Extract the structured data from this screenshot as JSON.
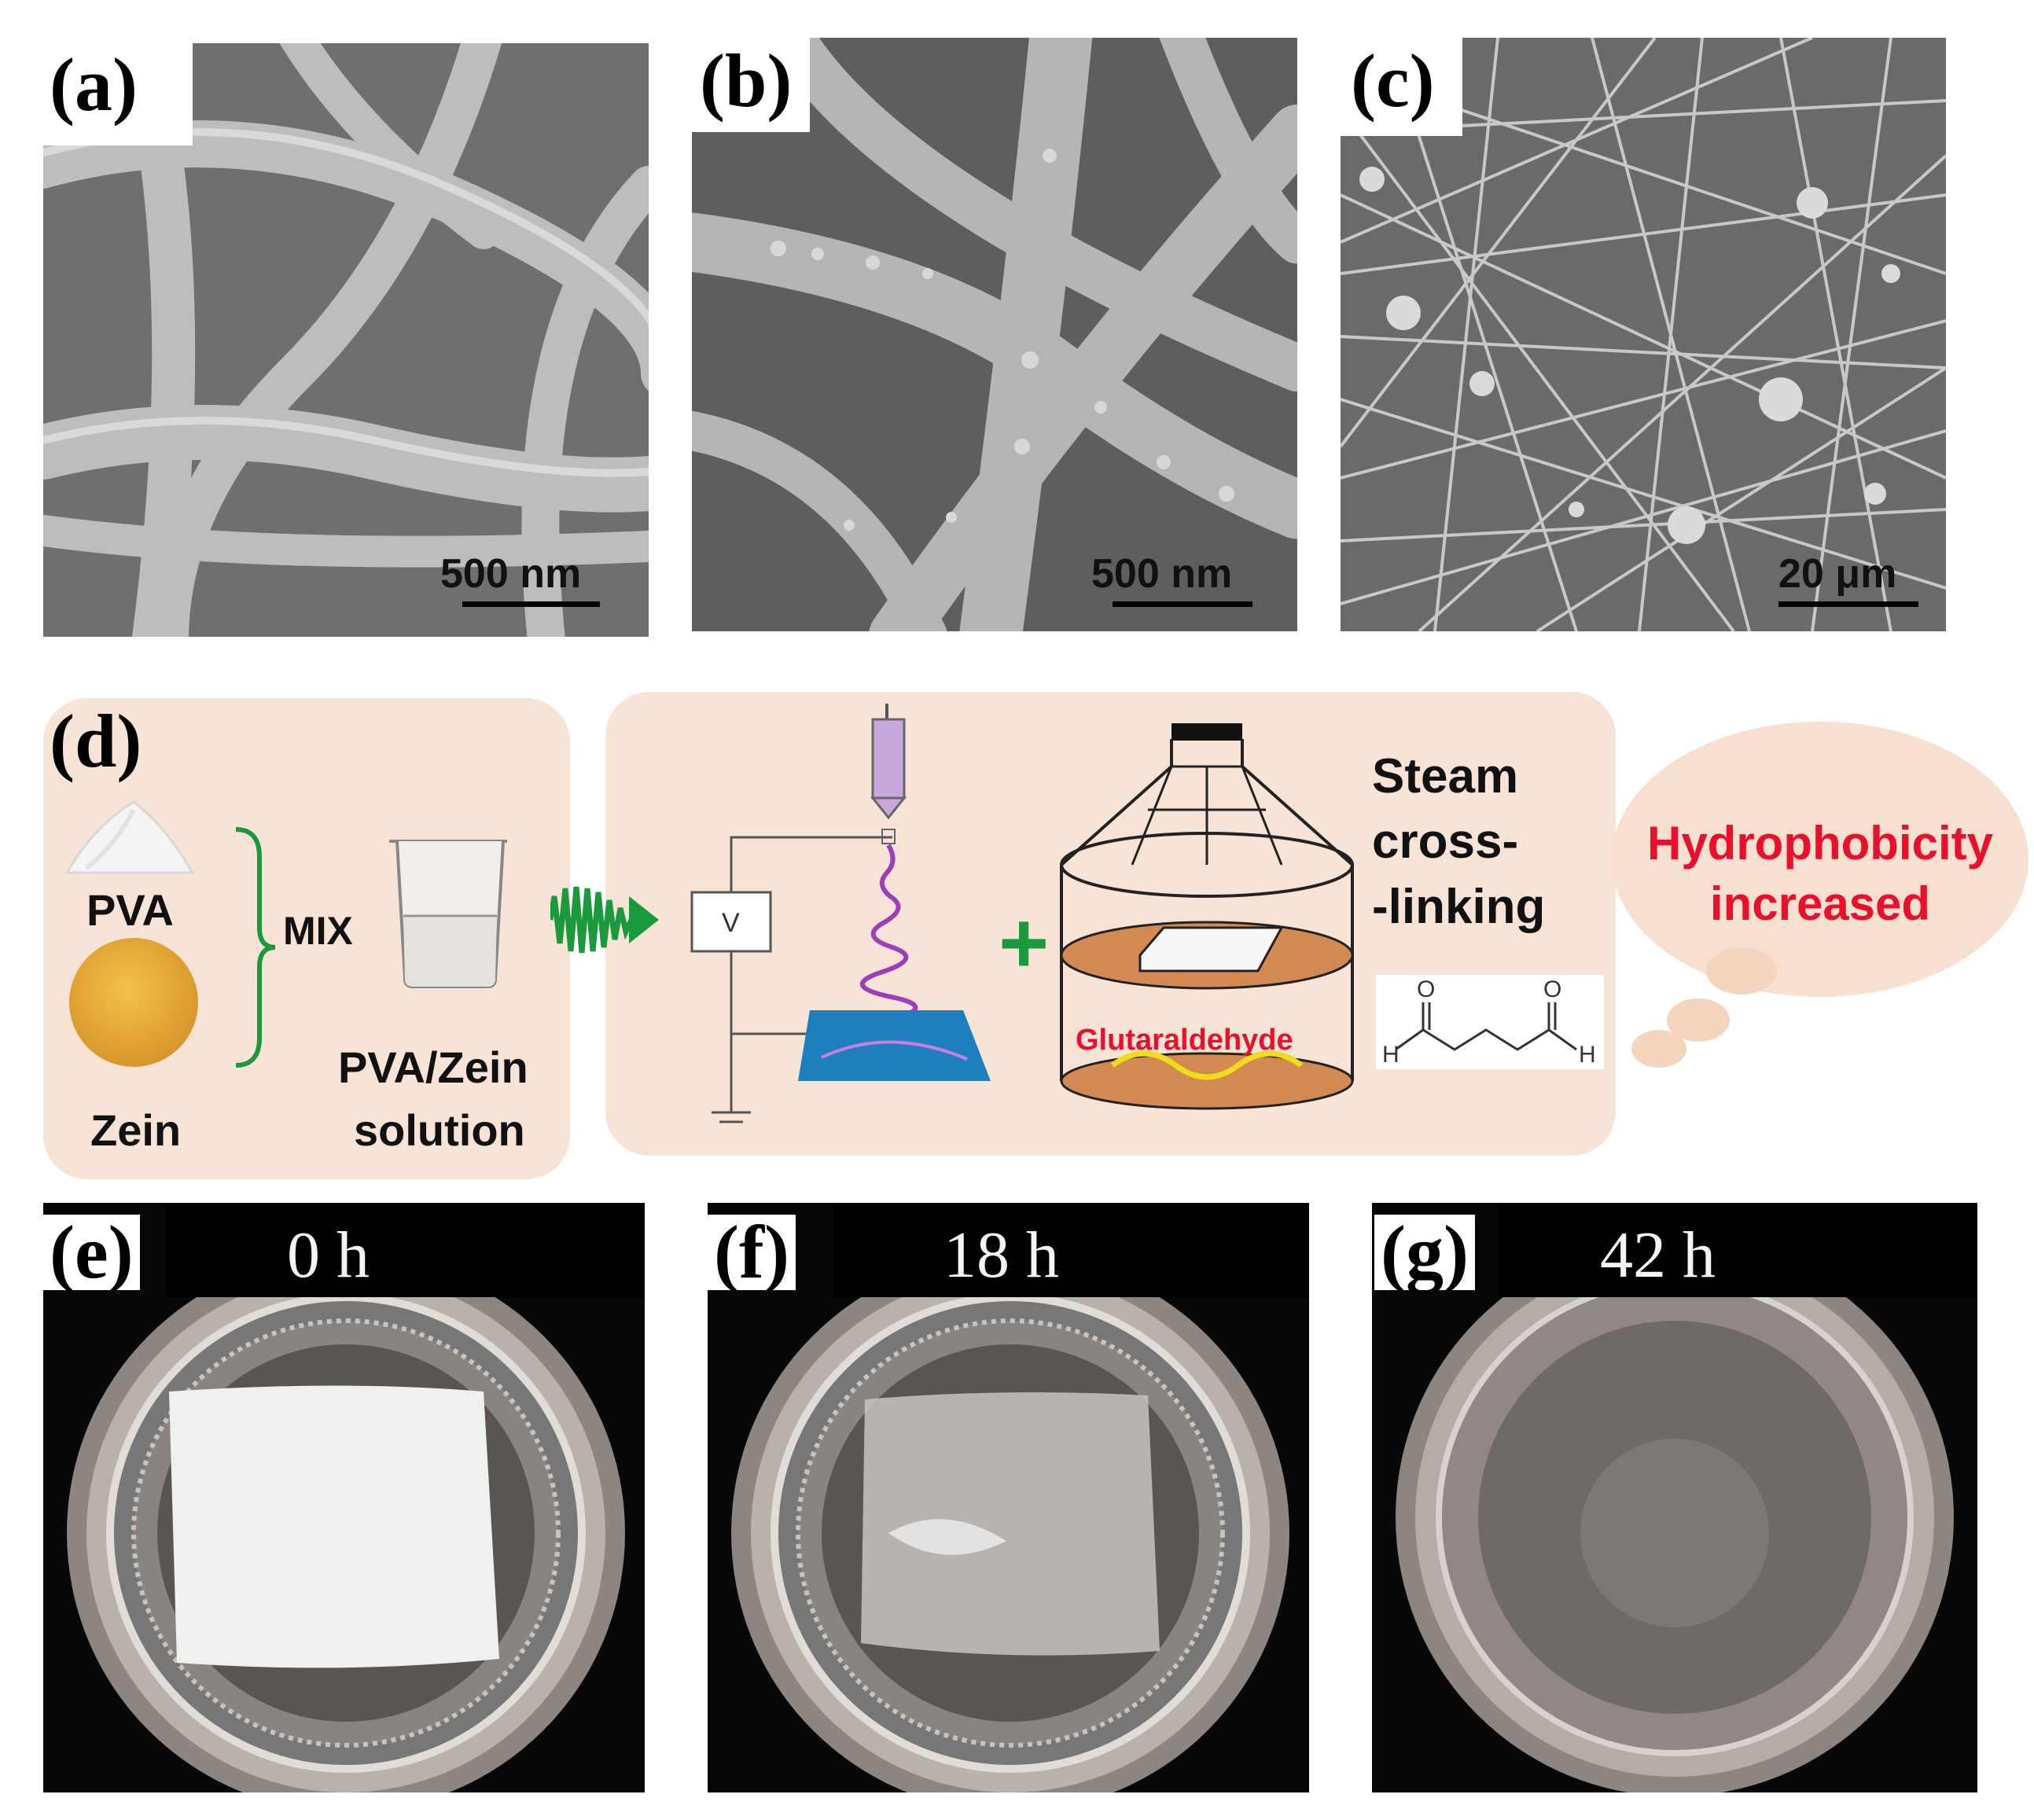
{
  "panels": {
    "a": {
      "label": "(a)",
      "scale": "500 nm"
    },
    "b": {
      "label": "(b)",
      "scale": "500 nm"
    },
    "c": {
      "label": "(c)",
      "scale": "20 μm"
    },
    "d": {
      "label": "(d)"
    },
    "e": {
      "label": "(e)",
      "time": "0 h"
    },
    "f": {
      "label": "(f)",
      "time": "18 h"
    },
    "g": {
      "label": "(g)",
      "time": "42 h"
    }
  },
  "process": {
    "pva": "PVA",
    "zein": "Zein",
    "mix": "MIX",
    "solution_line1": "PVA/Zein",
    "solution_line2": "solution",
    "voltage": "V",
    "plus": "+",
    "glutaraldehyde": "Glutaraldehyde",
    "steam_line1": "Steam",
    "steam_line2": "cross-",
    "steam_line3": "-linking",
    "h_left": "H",
    "h_right": "H",
    "o_left": "O",
    "o_right": "O"
  },
  "result": {
    "line1": "Hydrophobicity",
    "line2": "increased"
  },
  "colors": {
    "accent_red": "#e8102a",
    "arrow_green": "#1a9a3c",
    "box_bg": "#f8e4d6",
    "spring_purple": "#9a3fb8",
    "collector_blue": "#1e7fbf"
  }
}
